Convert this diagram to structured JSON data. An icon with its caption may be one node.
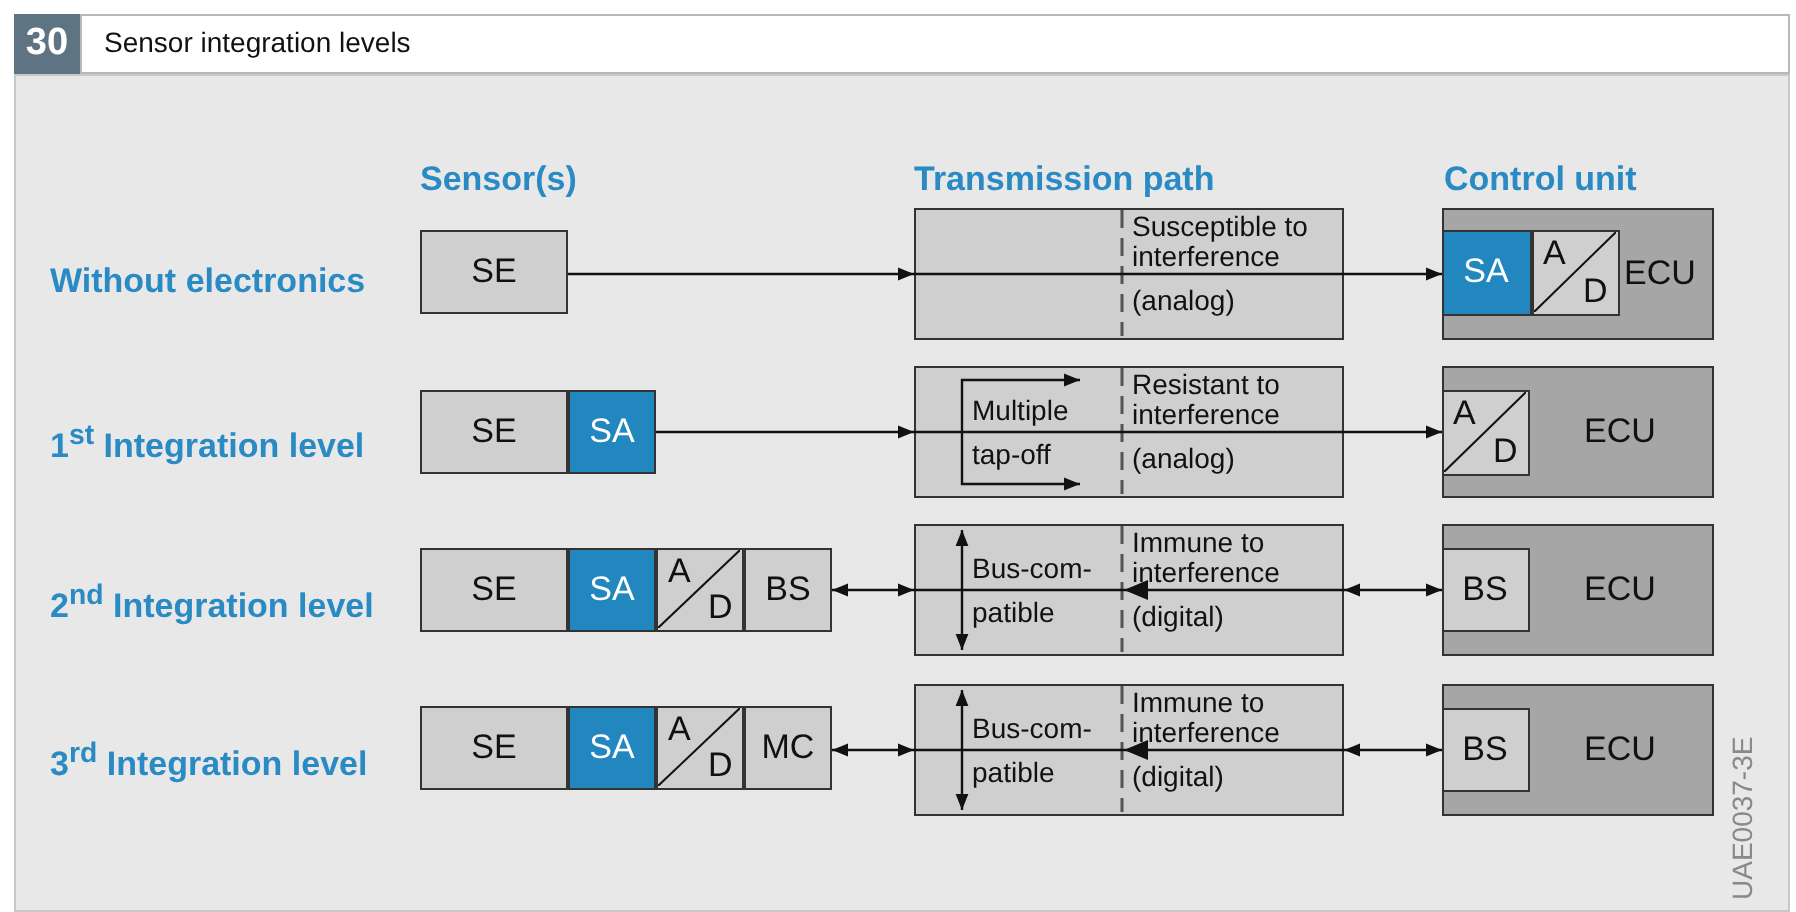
{
  "diagram": {
    "title": "Sensor integration levels",
    "nodes": [
      {
        "text": [
          "SE"
        ]
      },
      {
        "text": [
          "Susceptible to interference",
          "(analog)"
        ]
      },
      {
        "text": [
          "ECU"
        ]
      },
      {
        "text": [
          "SA"
        ],
        "in": 2
      },
      {
        "text": [
          "A",
          "D"
        ],
        "in": 2
      },
      {
        "text": [
          "SE"
        ]
      },
      {
        "text": [
          "SA"
        ]
      },
      {
        "text": [
          "Multiple tap-off",
          "Resistant to interference",
          "(analog)"
        ]
      },
      {
        "text": [
          "ECU"
        ]
      },
      {
        "text": [
          "A",
          "D"
        ],
        "in": 8
      },
      {
        "text": [
          "SE"
        ]
      },
      {
        "text": [
          "SA"
        ]
      },
      {
        "text": [
          "A",
          "D"
        ]
      },
      {
        "text": [
          "BS"
        ]
      },
      {
        "text": [
          "Bus-com- patible",
          "Immune to interference",
          "(digital)"
        ]
      },
      {
        "text": [
          "ECU"
        ]
      },
      {
        "text": [
          "BS"
        ],
        "in": 15
      },
      {
        "text": [
          "SE"
        ]
      },
      {
        "text": [
          "SA"
        ]
      },
      {
        "text": [
          "A",
          "D"
        ]
      },
      {
        "text": [
          "MC"
        ]
      },
      {
        "text": [
          "Bus-com- patible",
          "Immune to interference",
          "(digital)"
        ]
      },
      {
        "text": [
          "ECU"
        ]
      },
      {
        "text": [
          "BS"
        ],
        "in": 22
      }
    ],
    "edges": [
      {
        "from": 0,
        "to": 1,
        "arrow": "to"
      },
      {
        "from": 1,
        "to": 3,
        "arrow": "to"
      },
      {
        "from": 6,
        "to": 7,
        "arrow": "to"
      },
      {
        "from": 7,
        "to": 9,
        "arrow": "to"
      },
      {
        "from": 13,
        "to": 14,
        "arrow": "both"
      },
      {
        "from": 14,
        "to": 16,
        "arrow": "both"
      },
      {
        "from": 20,
        "to": 21,
        "arrow": "both"
      },
      {
        "from": 21,
        "to": 23,
        "arrow": "both"
      }
    ],
    "labels": [
      "30",
      "Sensor(s)",
      "Transmission path",
      "Control unit",
      "Without electronics",
      "1$^{st}$ Integration level",
      "2$^{nd}$ Integration level",
      "3$^{rd}$ Integration level",
      "UAE0037-3E"
    ]
  }
}
